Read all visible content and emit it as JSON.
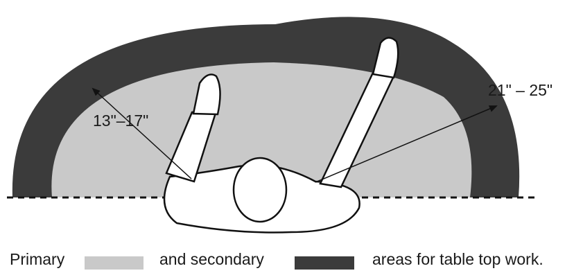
{
  "labels": {
    "inner_reach": "13\"–17\"",
    "outer_reach": "21\" – 25\""
  },
  "caption": {
    "text_primary": "Primary",
    "text_and_secondary": "and secondary",
    "text_areas": "areas for table top work."
  },
  "colors": {
    "primary_area": "#c9c9c9",
    "secondary_area": "#3b3b3b",
    "outline": "#111111",
    "background": "#ffffff"
  }
}
